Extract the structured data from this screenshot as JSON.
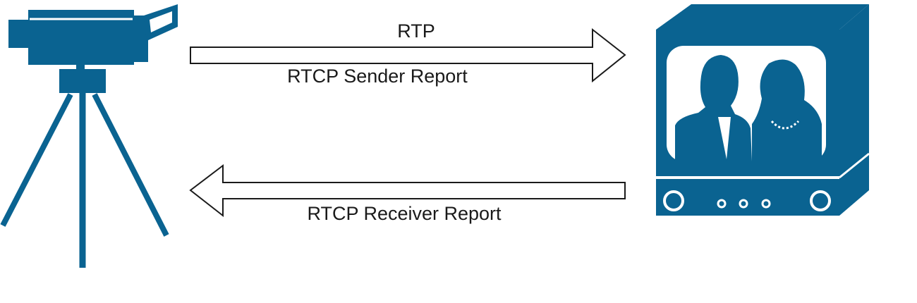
{
  "labels": {
    "rtp": "RTP",
    "sender_report": "RTCP Sender Report",
    "receiver_report": "RTCP Receiver Report"
  },
  "colors": {
    "device_blue": "#0a6391",
    "arrow_stroke": "#1a1a1a",
    "arrow_fill": "#ffffff"
  },
  "icons": {
    "sender": "video-camera-on-tripod-icon",
    "receiver": "television-icon"
  }
}
